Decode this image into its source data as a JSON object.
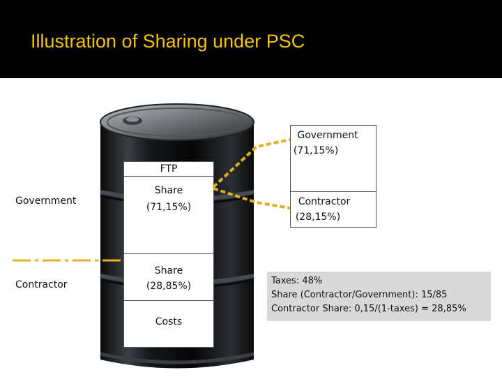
{
  "slide": {
    "title": "Illustration of Sharing under PSC"
  },
  "barrel": {
    "ftp_label": "FTP",
    "gov_share_line1": "Share",
    "gov_share_line2": "(71,15%)",
    "con_share_line1": "Share",
    "con_share_line2": "(28,85%)",
    "costs_label": "Costs"
  },
  "left_labels": {
    "government": "Government",
    "contractor": "Contractor"
  },
  "right_boxes": {
    "government_line1": "Government",
    "government_line2": "(71,15%)",
    "contractor_line1": "Contractor",
    "contractor_line2": "(28,15%)"
  },
  "notes": {
    "taxes": "Taxes: 48%",
    "share": "Share (Contractor/Government): 15/85",
    "contractor_share": "Contractor Share: 0,15/(1-taxes) = 28,85%"
  },
  "colors": {
    "title": "#f5c400",
    "connector": "#e0b020",
    "header_bg": "#000000",
    "note_bg": "#d9d9d9"
  }
}
